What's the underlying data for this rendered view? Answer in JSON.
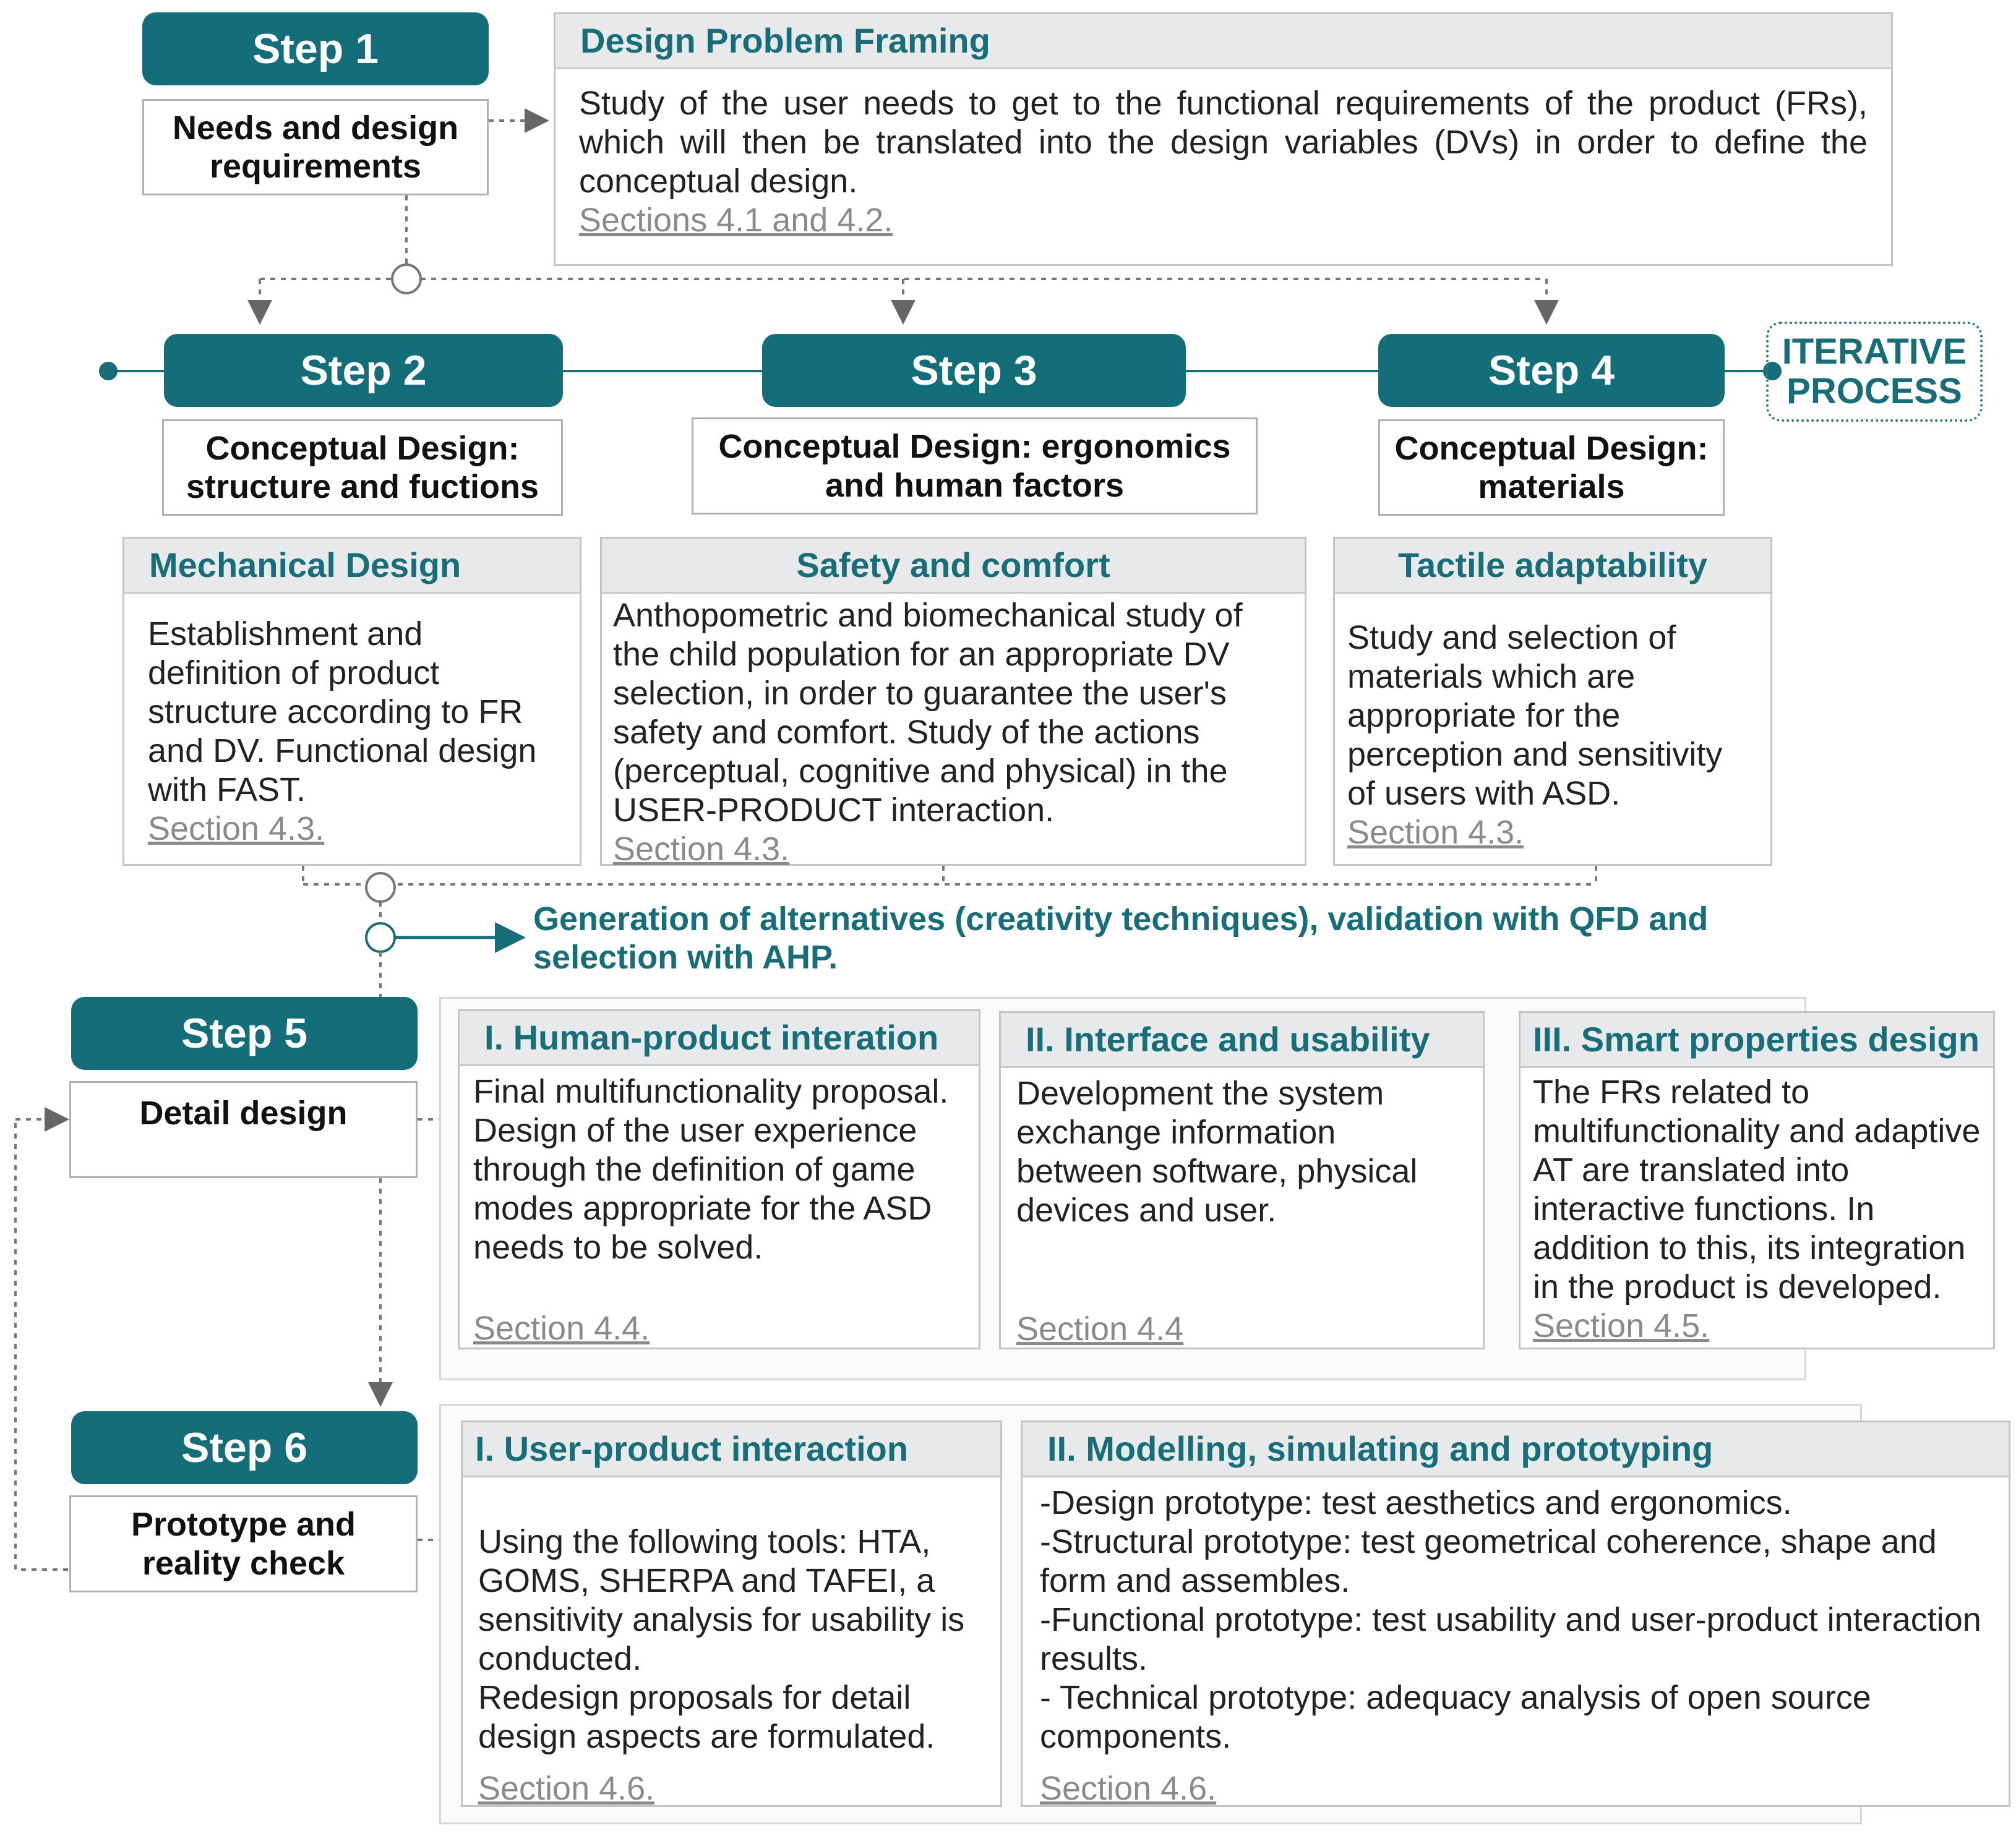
{
  "step1": {
    "label": "Step 1",
    "sub": "Needs and design requirements"
  },
  "framing": {
    "title": "Design Problem Framing",
    "body": "Study of the user needs to get to the functional requirements of the product (FRs), which will then be translated into the design variables (DVs) in order to define the conceptual design.",
    "section": "Sections 4.1 and 4.2."
  },
  "step2": {
    "label": "Step 2",
    "sub": "Conceptual Design: structure and fuctions"
  },
  "step3": {
    "label": "Step 3",
    "sub": "Conceptual Design: ergonomics and human factors"
  },
  "step4": {
    "label": "Step 4",
    "sub": "Conceptual Design: materials"
  },
  "iterative": "ITERATIVE PROCESS",
  "mechanical": {
    "title": "Mechanical Design",
    "body": "Establishment and definition of product structure according to FR and DV. Functional design with FAST.",
    "section": "Section 4.3."
  },
  "safety": {
    "title": "Safety and comfort",
    "body": "Anthopometric and biomechanical study of the child population for an appropriate DV selection, in order to guarantee the user's safety and comfort. Study of the actions (perceptual, cognitive and physical) in the USER-PRODUCT interaction.",
    "section": "Section 4.3."
  },
  "tactile": {
    "title": "Tactile adaptability",
    "body": "Study and selection of materials which are appropriate for the perception and sensitivity of users with ASD.",
    "section": "Section 4.3."
  },
  "generation": "Generation of alternatives (creativity techniques), validation with QFD and selection with AHP.",
  "step5": {
    "label": "Step 5",
    "sub": "Detail design"
  },
  "human": {
    "title": "I. Human-product interation",
    "body": "Final multifunctionality proposal. Design of the user experience through the definition of game modes appropriate for the ASD needs to be solved.",
    "section": "Section 4.4."
  },
  "interface": {
    "title": "II. Interface and usability",
    "body": "Development the system exchange information between software, physical devices and user.",
    "section": "Section 4.4"
  },
  "smart": {
    "title": "III. Smart properties design",
    "body": "The FRs related to multifunctionality and adaptive AT are translated into interactive functions. In addition to this, its integration in the product is developed.",
    "section": "Section 4.5."
  },
  "step6": {
    "label": "Step 6",
    "sub": "Prototype and reality check"
  },
  "userprod": {
    "title": "I. User-product interaction",
    "body": "Using the following tools: HTA, GOMS, SHERPA and TAFEI, a sensitivity analysis for usability is conducted.\nRedesign proposals for detail design aspects are formulated.",
    "section": "Section 4.6."
  },
  "modelling": {
    "title": "II. Modelling, simulating and prototyping",
    "body": "-Design prototype: test aesthetics and ergonomics.\n-Structural prototype: test geometrical coherence, shape and form and assembles.\n-Functional prototype: test usability and user-product interaction results.\n- Technical prototype: adequacy analysis of open source components.",
    "section": "Section 4.6."
  }
}
